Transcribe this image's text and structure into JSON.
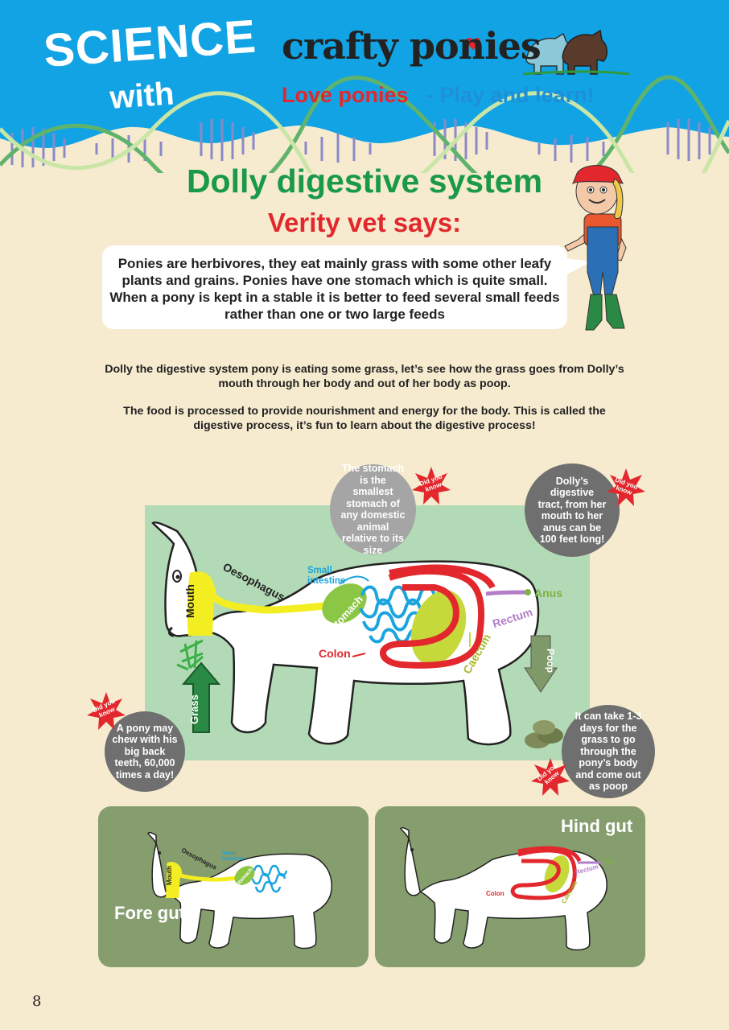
{
  "header": {
    "science": "SCIENCE",
    "with": "with",
    "brand": "crafty ponies",
    "tagline_part1": "Love ponies",
    "tagline_part2": " - Play and learn!",
    "bg_color": "#12a3e5"
  },
  "title": "Dolly digestive system",
  "subtitle": "Verity vet says:",
  "vet_speech": "Ponies are herbivores, they eat mainly grass with some other leafy plants and grains. Ponies have one stomach which is quite small. When a pony is kept in a stable it is better to feed several small feeds rather than one or two large feeds",
  "intro_1": "Dolly the digestive system pony is eating some grass, let’s see how the grass goes from Dolly’s mouth through her body and out of her body as poop.",
  "intro_2": "The food is processed to provide nourishment and energy for the body. This is called the digestive process, it’s fun to learn about the digestive process!",
  "diagram": {
    "mouth": "Mouth",
    "oesophagus": "Oesophagus",
    "small_intestine": "Small intestine",
    "stomach": "Stomach",
    "colon": "Colon",
    "caecum": "Caecum",
    "rectum": "Rectum",
    "anus": "Anus",
    "poop": "Poop",
    "grass": "Grass"
  },
  "did_you_know_badge": "Did you know",
  "facts": {
    "stomach": "The stomach is the smallest stomach of any domestic animal relative to its size",
    "tract": "Dolly’s digestive tract, from her mouth to her anus can be 100 feet long!",
    "chew": "A pony may chew with his big back teeth, 60,000 times a day!",
    "days": "It can take 1-3 days for the grass to go through the pony’s body and come out as poop"
  },
  "fore_gut": {
    "title": "Fore gut",
    "mouth": "Mouth",
    "oesophagus": "Oesophagus",
    "small_intestine": "Small intestine",
    "stomach": "Stomach"
  },
  "hind_gut": {
    "title": "Hind gut",
    "colon": "Colon",
    "caecum": "Caecum",
    "rectum": "Rectum",
    "anus": "Anus"
  },
  "page_number": "8"
}
